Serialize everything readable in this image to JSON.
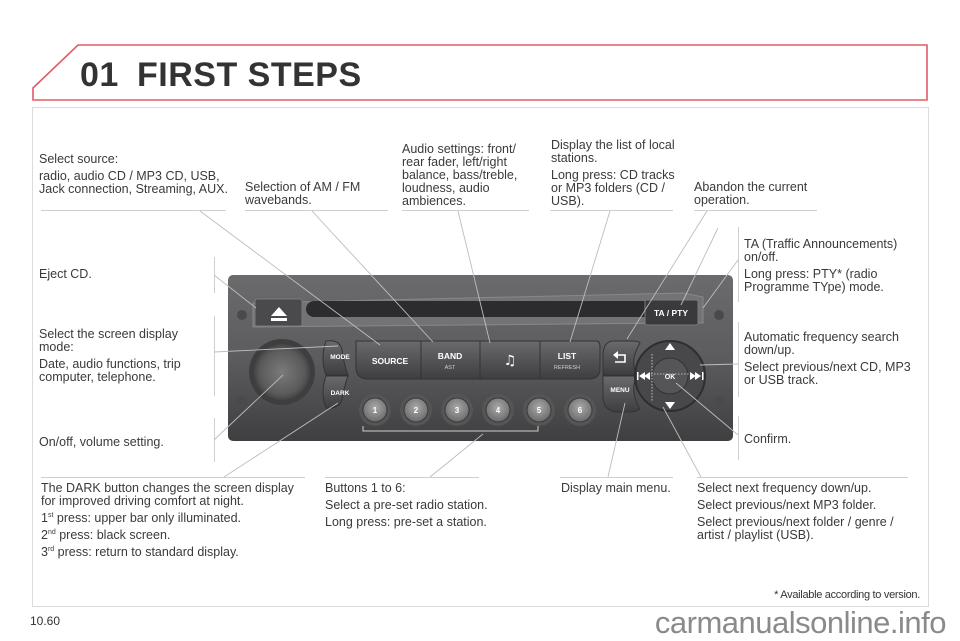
{
  "header": {
    "chapter_number": "01",
    "chapter_title": "FIRST STEPS",
    "accent_color": "#e35a67"
  },
  "callouts": {
    "select_source": {
      "title": "Select source:",
      "body": "radio, audio CD / MP3 CD, USB, Jack connection, Streaming, AUX."
    },
    "band": {
      "body": "Selection of AM / FM wavebands."
    },
    "audio": {
      "body": "Audio settings: front/ rear fader, left/right balance, bass/treble, loudness, audio ambiences."
    },
    "list": {
      "line1": "Display the list of local stations.",
      "line2": "Long press: CD tracks or MP3 folders (CD / USB)."
    },
    "abandon": {
      "body": "Abandon the current operation."
    },
    "ta": {
      "line1": "TA (Traffic Announcements) on/off.",
      "line2": "Long press: PTY* (radio Programme TYpe) mode."
    },
    "eject": {
      "body": "Eject CD."
    },
    "mode": {
      "line1": "Select the screen display mode:",
      "line2": "Date, audio functions, trip computer, telephone."
    },
    "auto_search": {
      "line1": "Automatic frequency search down/up.",
      "line2": "Select previous/next CD, MP3 or USB track."
    },
    "volume": {
      "body": "On/off, volume setting."
    },
    "confirm": {
      "body": "Confirm."
    },
    "dark": {
      "line1": "The DARK button changes the screen display for improved driving comfort at night.",
      "press1_num": "1",
      "press1_sup": "st",
      "press1_text": " press: upper bar only illuminated.",
      "press2_num": "2",
      "press2_sup": "nd",
      "press2_text": " press: black screen.",
      "press3_num": "3",
      "press3_sup": "rd",
      "press3_text": " press: return to standard display."
    },
    "presets": {
      "line1": "Buttons 1 to 6:",
      "line2": "Select a pre-set radio station.",
      "line3": "Long press: pre-set a station."
    },
    "menu": {
      "body": "Display main menu."
    },
    "next_freq": {
      "line1": "Select next frequency down/up.",
      "line2": "Select previous/next MP3 folder.",
      "line3": "Select previous/next folder / genre / artist / playlist (USB)."
    }
  },
  "radio": {
    "buttons": {
      "source": "SOURCE",
      "band": "BAND",
      "band_sub": "AST",
      "list": "LIST",
      "list_sub": "REFRESH",
      "mode": "MODE",
      "dark": "DARK",
      "menu": "MENU",
      "ta_pty": "TA / PTY",
      "ok": "OK",
      "presets": [
        "1",
        "2",
        "3",
        "4",
        "5",
        "6"
      ]
    },
    "icons": {
      "eject": "eject-icon",
      "music": "music-note-icon",
      "back": "back-arrow-icon",
      "up": "triangle-up-icon",
      "down": "triangle-down-icon",
      "prev": "rewind-icon",
      "next": "fast-forward-icon"
    }
  },
  "footer": {
    "footnote_star": "*",
    "footnote": "Available according to version.",
    "page_number": "10.60",
    "watermark": "carmanualsonline.info"
  }
}
